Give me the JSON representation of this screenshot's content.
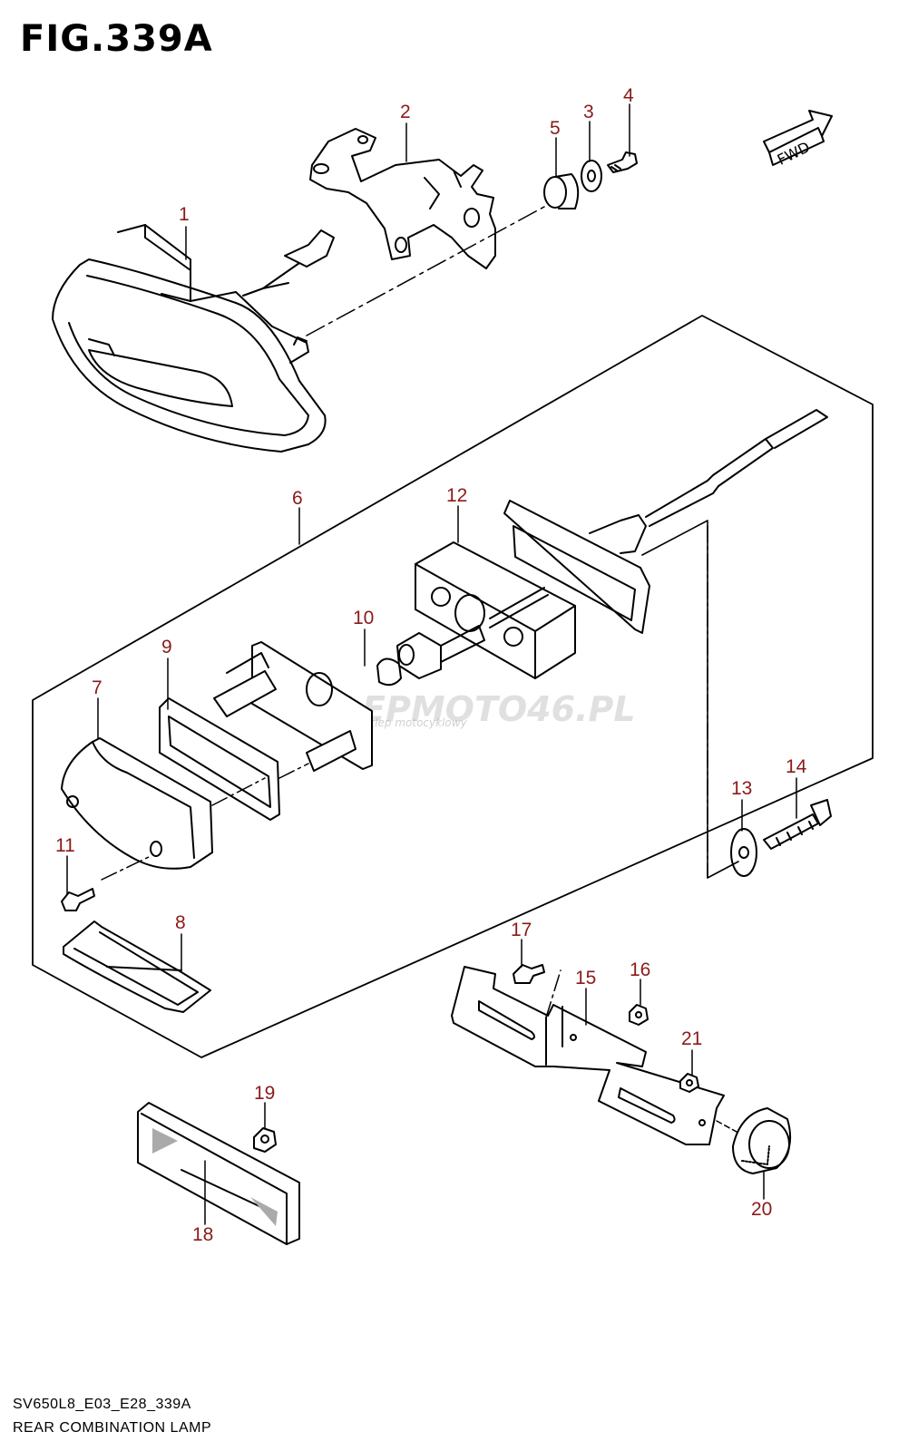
{
  "figure": {
    "title": "FIG.339A",
    "code": "SV650L8_E03_E28_339A",
    "name": "REAR COMBINATION LAMP",
    "direction_badge": "FWD"
  },
  "watermark": {
    "brand": "SKLEPMOTO46.PL",
    "tagline": "sklep motocyklowy"
  },
  "callouts": [
    "1",
    "2",
    "3",
    "4",
    "5",
    "6",
    "7",
    "8",
    "9",
    "10",
    "11",
    "12",
    "13",
    "14",
    "15",
    "16",
    "17",
    "18",
    "19",
    "20",
    "21"
  ],
  "colors": {
    "line": "#000000",
    "callout": "#8b1a1a"
  }
}
